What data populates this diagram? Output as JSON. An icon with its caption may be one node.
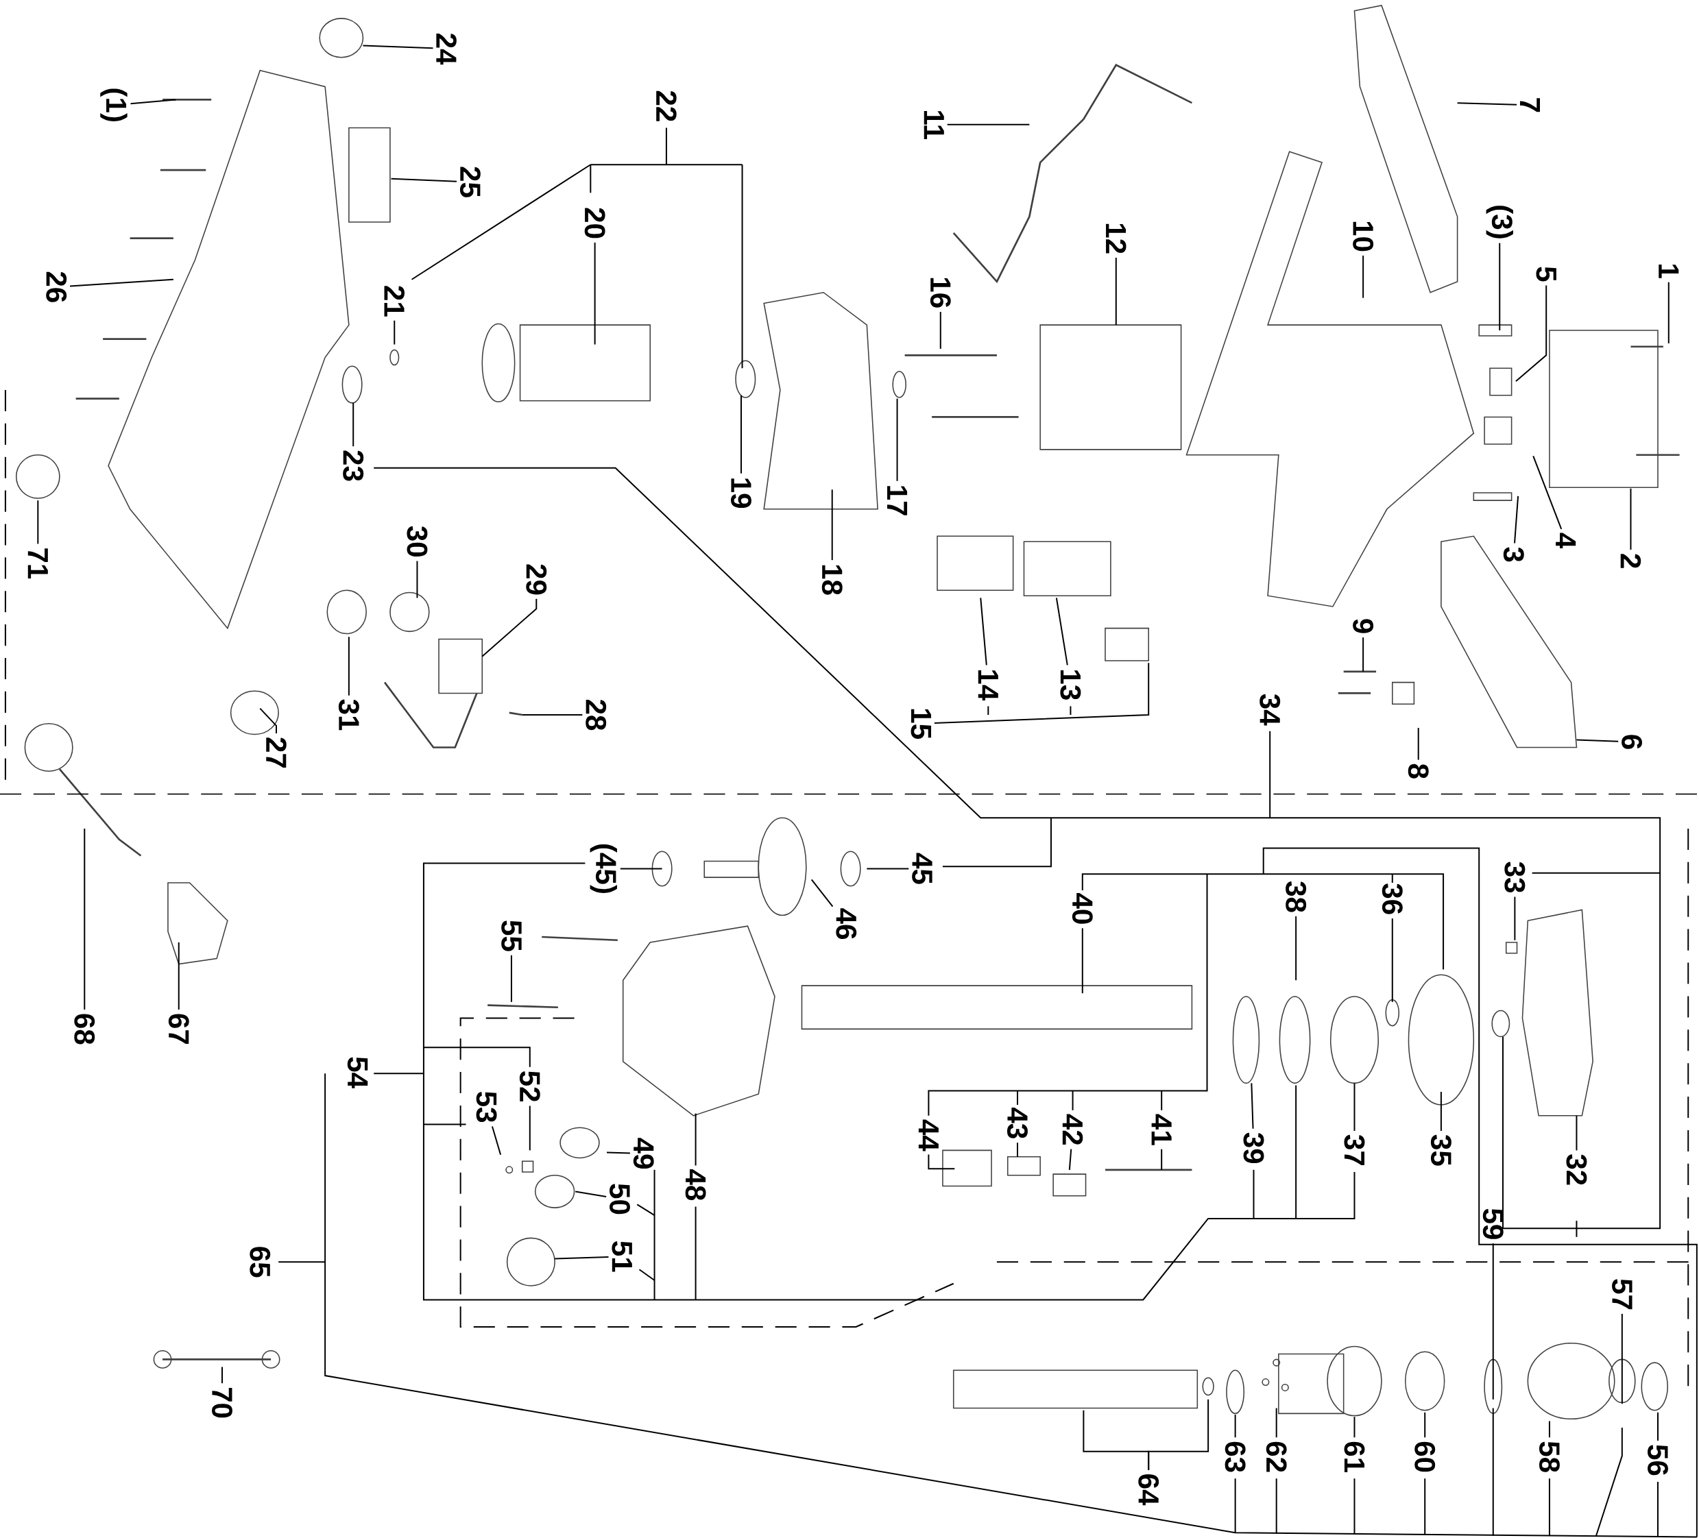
{
  "diagram": {
    "nodes": [
      {
        "text": [
          "(1)"
        ]
      },
      {
        "text": [
          "24"
        ]
      },
      {
        "text": [
          "25"
        ]
      },
      {
        "text": [
          "26"
        ]
      },
      {
        "text": [
          "22"
        ]
      },
      {
        "text": [
          "20"
        ]
      },
      {
        "text": [
          "21"
        ]
      },
      {
        "text": [
          "23"
        ]
      },
      {
        "text": [
          "11"
        ]
      },
      {
        "text": [
          "16"
        ]
      },
      {
        "text": [
          "12"
        ]
      },
      {
        "text": [
          "19"
        ]
      },
      {
        "text": [
          "18"
        ]
      },
      {
        "text": [
          "17"
        ]
      },
      {
        "text": [
          "7"
        ]
      },
      {
        "text": [
          "10"
        ]
      },
      {
        "text": [
          "(3)"
        ]
      },
      {
        "text": [
          "5"
        ]
      },
      {
        "text": [
          "1"
        ]
      },
      {
        "text": [
          "2"
        ]
      },
      {
        "text": [
          "4"
        ]
      },
      {
        "text": [
          "3"
        ]
      },
      {
        "text": [
          "9"
        ]
      },
      {
        "text": [
          "8"
        ]
      },
      {
        "text": [
          "6"
        ]
      },
      {
        "text": [
          "13"
        ]
      },
      {
        "text": [
          "14"
        ]
      },
      {
        "text": [
          "15"
        ]
      },
      {
        "text": [
          "30"
        ]
      },
      {
        "text": [
          "29"
        ]
      },
      {
        "text": [
          "31"
        ]
      },
      {
        "text": [
          "28"
        ]
      },
      {
        "text": [
          "27"
        ]
      },
      {
        "text": [
          "71"
        ]
      },
      {
        "text": [
          "68"
        ]
      },
      {
        "text": [
          "67"
        ]
      },
      {
        "text": [
          "34"
        ]
      },
      {
        "text": [
          "(45)"
        ]
      },
      {
        "text": [
          "45"
        ]
      },
      {
        "text": [
          "46"
        ]
      },
      {
        "text": [
          "55"
        ]
      },
      {
        "text": [
          "40"
        ]
      },
      {
        "text": [
          "38"
        ]
      },
      {
        "text": [
          "36"
        ]
      },
      {
        "text": [
          "33"
        ]
      },
      {
        "text": [
          "54"
        ]
      },
      {
        "text": [
          "52"
        ]
      },
      {
        "text": [
          "53"
        ]
      },
      {
        "text": [
          "49"
        ]
      },
      {
        "text": [
          "48"
        ]
      },
      {
        "text": [
          "50"
        ]
      },
      {
        "text": [
          "44"
        ]
      },
      {
        "text": [
          "43"
        ]
      },
      {
        "text": [
          "42"
        ]
      },
      {
        "text": [
          "41"
        ]
      },
      {
        "text": [
          "39"
        ]
      },
      {
        "text": [
          "37"
        ]
      },
      {
        "text": [
          "35"
        ]
      },
      {
        "text": [
          "32"
        ]
      },
      {
        "text": [
          "51"
        ]
      },
      {
        "text": [
          "65"
        ]
      },
      {
        "text": [
          "59"
        ]
      },
      {
        "text": [
          "57"
        ]
      },
      {
        "text": [
          "70"
        ]
      },
      {
        "text": [
          "64"
        ]
      },
      {
        "text": [
          "63"
        ]
      },
      {
        "text": [
          "62"
        ]
      },
      {
        "text": [
          "61"
        ]
      },
      {
        "text": [
          "60"
        ]
      },
      {
        "text": [
          "58"
        ]
      },
      {
        "text": [
          "56"
        ]
      }
    ],
    "edges": [
      {
        "from": 0,
        "to": null,
        "arrow": "none"
      },
      {
        "from": 1,
        "to": null,
        "arrow": "none"
      },
      {
        "from": 2,
        "to": null,
        "arrow": "none"
      },
      {
        "from": 3,
        "to": null,
        "arrow": "none"
      },
      {
        "from": 5,
        "to": null,
        "arrow": "none"
      },
      {
        "from": 6,
        "to": null,
        "arrow": "none"
      },
      {
        "from": 7,
        "to": null,
        "arrow": "none"
      },
      {
        "from": 8,
        "to": null,
        "arrow": "none"
      },
      {
        "from": 9,
        "to": null,
        "arrow": "none"
      },
      {
        "from": 10,
        "to": null,
        "arrow": "none"
      },
      {
        "from": 11,
        "to": null,
        "arrow": "none"
      },
      {
        "from": 12,
        "to": null,
        "arrow": "none"
      },
      {
        "from": 13,
        "to": null,
        "arrow": "none"
      },
      {
        "from": 14,
        "to": null,
        "arrow": "none"
      },
      {
        "from": 15,
        "to": null,
        "arrow": "none"
      },
      {
        "from": 16,
        "to": null,
        "arrow": "none"
      },
      {
        "from": 17,
        "to": null,
        "arrow": "none"
      },
      {
        "from": 18,
        "to": null,
        "arrow": "none"
      },
      {
        "from": 19,
        "to": null,
        "arrow": "none"
      },
      {
        "from": 20,
        "to": null,
        "arrow": "none"
      },
      {
        "from": 21,
        "to": null,
        "arrow": "none"
      },
      {
        "from": 22,
        "to": null,
        "arrow": "none"
      },
      {
        "from": 23,
        "to": null,
        "arrow": "none"
      },
      {
        "from": 24,
        "to": null,
        "arrow": "none"
      },
      {
        "from": 25,
        "to": null,
        "arrow": "none"
      },
      {
        "from": 26,
        "to": null,
        "arrow": "none"
      },
      {
        "from": 27,
        "to": null,
        "arrow": "none"
      },
      {
        "from": 28,
        "to": null,
        "arrow": "none"
      },
      {
        "from": 29,
        "to": null,
        "arrow": "none"
      },
      {
        "from": 30,
        "to": null,
        "arrow": "none"
      },
      {
        "from": 31,
        "to": null,
        "arrow": "none"
      },
      {
        "from": 32,
        "to": null,
        "arrow": "none"
      },
      {
        "from": 33,
        "to": null,
        "arrow": "none"
      },
      {
        "from": 34,
        "to": null,
        "arrow": "none"
      },
      {
        "from": 35,
        "to": null,
        "arrow": "none"
      },
      {
        "from": 37,
        "to": null,
        "arrow": "none"
      },
      {
        "from": 38,
        "to": null,
        "arrow": "none"
      },
      {
        "from": 39,
        "to": null,
        "arrow": "none"
      },
      {
        "from": 40,
        "to": null,
        "arrow": "none"
      },
      {
        "from": 41,
        "to": null,
        "arrow": "none"
      },
      {
        "from": 42,
        "to": null,
        "arrow": "none"
      },
      {
        "from": 43,
        "to": null,
        "arrow": "none"
      },
      {
        "from": 44,
        "to": null,
        "arrow": "none"
      },
      {
        "from": 46,
        "to": null,
        "arrow": "none"
      },
      {
        "from": 47,
        "to": null,
        "arrow": "none"
      },
      {
        "from": 48,
        "to": null,
        "arrow": "none"
      },
      {
        "from": 49,
        "to": null,
        "arrow": "none"
      },
      {
        "from": 50,
        "to": null,
        "arrow": "none"
      },
      {
        "from": 51,
        "to": null,
        "arrow": "none"
      },
      {
        "from": 52,
        "to": null,
        "arrow": "none"
      },
      {
        "from": 53,
        "to": null,
        "arrow": "none"
      },
      {
        "from": 54,
        "to": null,
        "arrow": "none"
      },
      {
        "from": 55,
        "to": null,
        "arrow": "none"
      },
      {
        "from": 56,
        "to": null,
        "arrow": "none"
      },
      {
        "from": 57,
        "to": null,
        "arrow": "none"
      },
      {
        "from": 58,
        "to": null,
        "arrow": "none"
      },
      {
        "from": 59,
        "to": null,
        "arrow": "none"
      },
      {
        "from": 61,
        "to": null,
        "arrow": "none"
      },
      {
        "from": 62,
        "to": null,
        "arrow": "none"
      },
      {
        "from": 63,
        "to": null,
        "arrow": "none"
      },
      {
        "from": 64,
        "to": null,
        "arrow": "none"
      },
      {
        "from": 64,
        "to": null,
        "arrow": "none"
      },
      {
        "from": 65,
        "to": null,
        "arrow": "none"
      },
      {
        "from": 66,
        "to": null,
        "arrow": "none"
      },
      {
        "from": 67,
        "to": null,
        "arrow": "none"
      },
      {
        "from": 68,
        "to": null,
        "arrow": "none"
      },
      {
        "from": 69,
        "to": null,
        "arrow": "none"
      },
      {
        "from": 70,
        "to": null,
        "arrow": "none"
      }
    ]
  }
}
